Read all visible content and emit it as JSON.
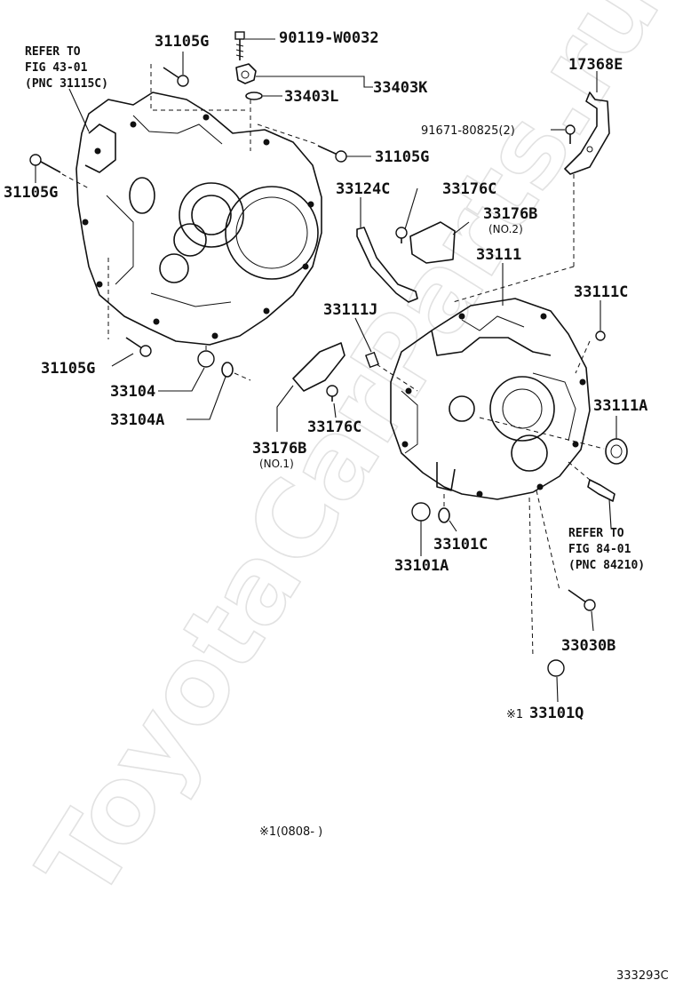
{
  "watermark": "ToyotaCarParts.ru",
  "labels": {
    "refer_left_1": "REFER TO",
    "refer_left_2": "FIG 43-01",
    "refer_left_3": "(PNC 31115C)",
    "p31105g_top": "31105G",
    "p90119": "90119-W0032",
    "p33403k": "33403K",
    "p33403l": "33403L",
    "p31105g_right": "31105G",
    "p31105g_left": "31105G",
    "p17368e": "17368E",
    "p91671": "91671-80825(2)",
    "p33124c": "33124C",
    "p33176c_top": "33176C",
    "p33176b_top": "33176B",
    "p33176b_top_no": "(NO.2)",
    "p33111": "33111",
    "p33111c": "33111C",
    "p33111j": "33111J",
    "p31105g_bottom": "31105G",
    "p33104": "33104",
    "p33104a": "33104A",
    "p33176b_bottom": "33176B",
    "p33176b_bottom_no": "(NO.1)",
    "p33176c_bottom": "33176C",
    "p33111a": "33111A",
    "refer_right_1": "REFER TO",
    "refer_right_2": "FIG 84-01",
    "refer_right_3": "(PNC 84210)",
    "p33101c": "33101C",
    "p33101a": "33101A",
    "p33030b": "33030B",
    "p33101q_mark": "※1",
    "p33101q": "33101Q",
    "footnote": "※1(0808-    )",
    "figure_code": "333293C"
  }
}
